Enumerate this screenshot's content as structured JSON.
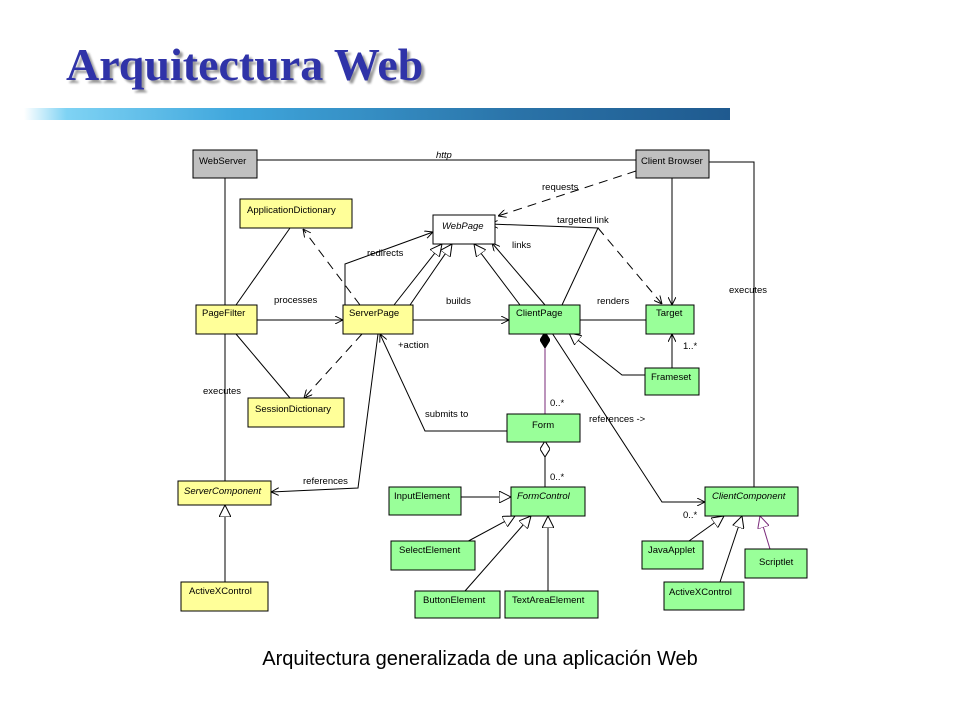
{
  "title": "Arquitectura Web",
  "caption": "Arquitectura generalizada de una aplicación Web",
  "colors": {
    "title": "#2f33a8",
    "server_class": "#ffff99",
    "client_class": "#99ff99",
    "node_class": "#c0c0c0",
    "page_class": "#ffffff"
  },
  "classes": {
    "web_server": "WebServer",
    "client_browser": "Client Browser",
    "application_dictionary": "ApplicationDictionary",
    "web_page": "WebPage",
    "page_filter": "PageFilter",
    "server_page": "ServerPage",
    "client_page": "ClientPage",
    "target": "Target",
    "frameset": "Frameset",
    "session_dictionary": "SessionDictionary",
    "form": "Form",
    "server_component": "ServerComponent",
    "input_element": "InputElement",
    "form_control": "FormControl",
    "client_component": "ClientComponent",
    "select_element": "SelectElement",
    "java_applet": "JavaApplet",
    "scriptlet": "Scriptlet",
    "activex_control_server": "ActiveXControl",
    "button_element": "ButtonElement",
    "textarea_element": "TextAreaElement",
    "activex_control_client": "ActiveXControl"
  },
  "labels": {
    "http": "http",
    "requests": "requests",
    "targeted_link": "targeted link",
    "redirects": "redirects",
    "links": "links",
    "executes_right": "executes",
    "processes": "processes",
    "builds": "builds",
    "renders": "renders",
    "action": "+action",
    "mult_target": "1..*",
    "executes_left": "executes",
    "mult_form": "0..*",
    "submits_to": "submits to",
    "references_right": "references ->",
    "mult_formcontrol": "0..*",
    "references_left": "references",
    "mult_clientcomponent": "0..*"
  }
}
